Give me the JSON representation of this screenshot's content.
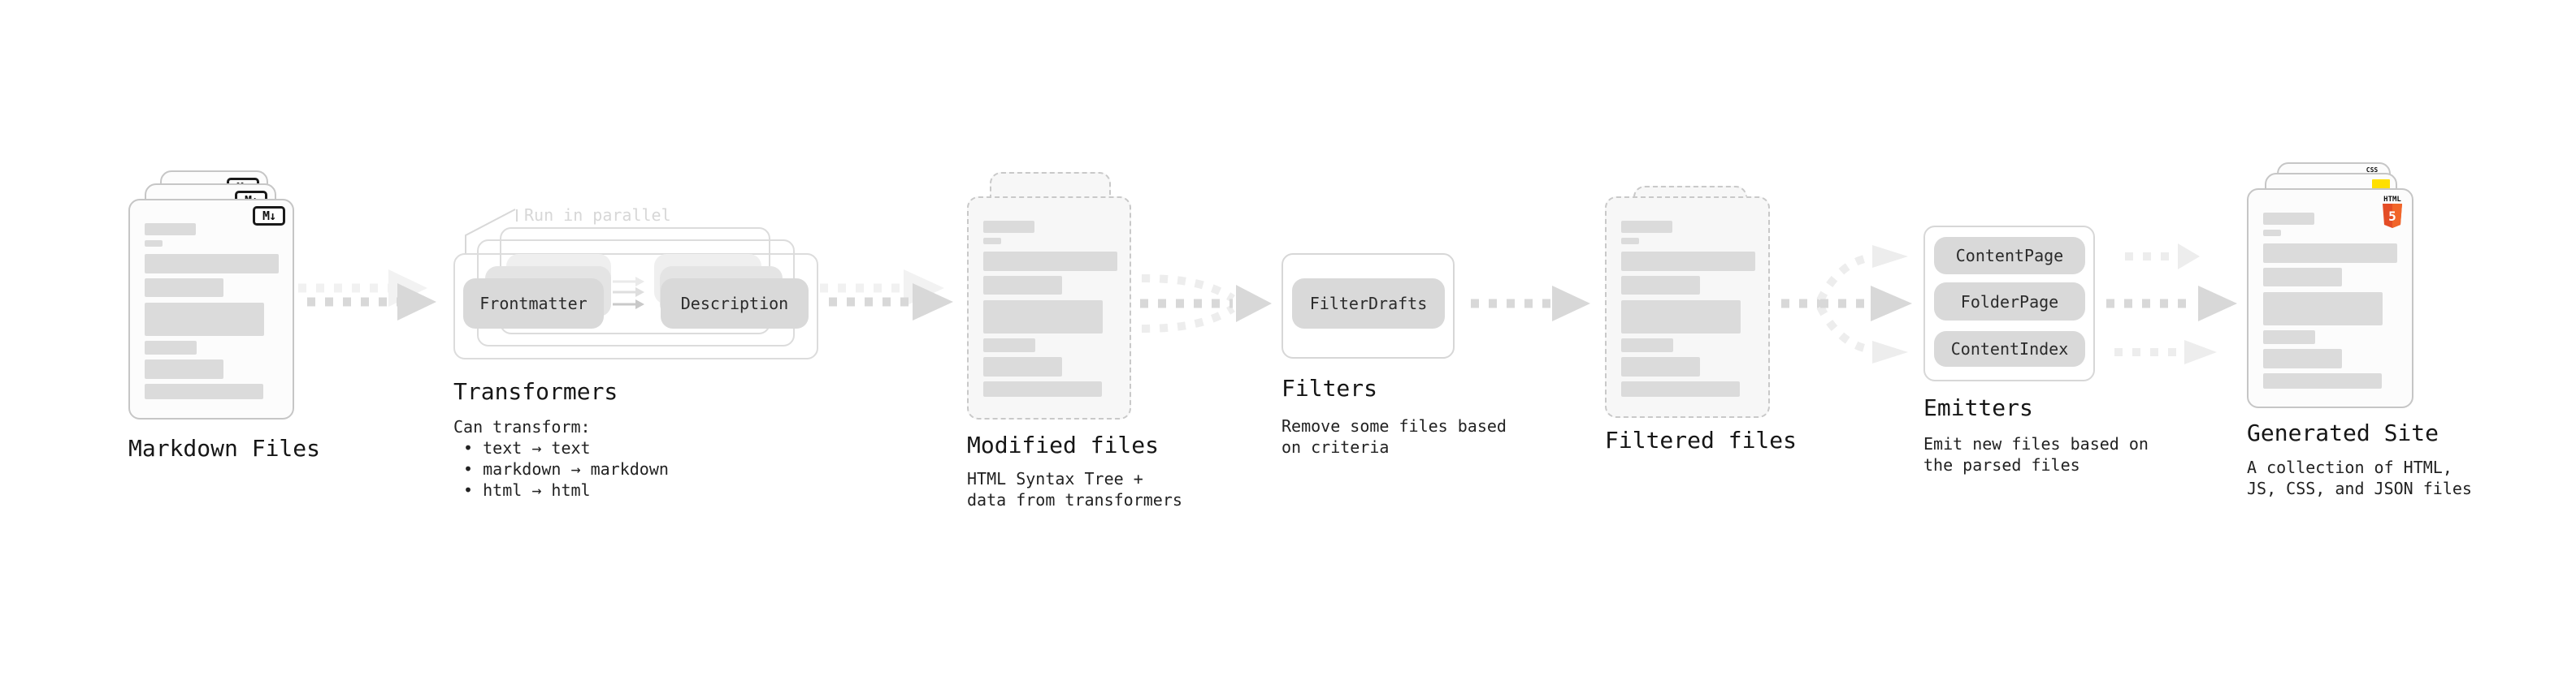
{
  "diagram": {
    "markdown": {
      "label": "Markdown Files",
      "icon": "M↓"
    },
    "transformers": {
      "note": "Run in parallel",
      "pill_left": "Frontmatter",
      "pill_right": "Description",
      "title": "Transformers",
      "desc": "Can transform:\n • text → text\n • markdown → markdown\n • html → html"
    },
    "modified": {
      "label": "Modified files",
      "desc": "HTML Syntax Tree +\ndata from transformers"
    },
    "filters": {
      "title": "Filters",
      "pill": "FilterDrafts",
      "desc": "Remove some files based\non criteria"
    },
    "filtered": {
      "label": "Filtered files"
    },
    "emitters": {
      "title": "Emitters",
      "pills": [
        "ContentPage",
        "FolderPage",
        "ContentIndex"
      ],
      "desc": "Emit new files based on\nthe parsed files"
    },
    "site": {
      "label": "Generated Site",
      "desc": "A collection of HTML,\nJS, CSS, and JSON files",
      "css_icon": "CSS",
      "html_icon_label": "HTML",
      "html_icon_number": "5"
    }
  },
  "colors": {
    "arrow": "#d8d8d8",
    "arrow_light": "#ededed",
    "html5_orange": "#e44d26",
    "html5_orange_light": "#f16529",
    "js_yellow": "#ffdf00",
    "css_blue": "#2f6fed"
  }
}
